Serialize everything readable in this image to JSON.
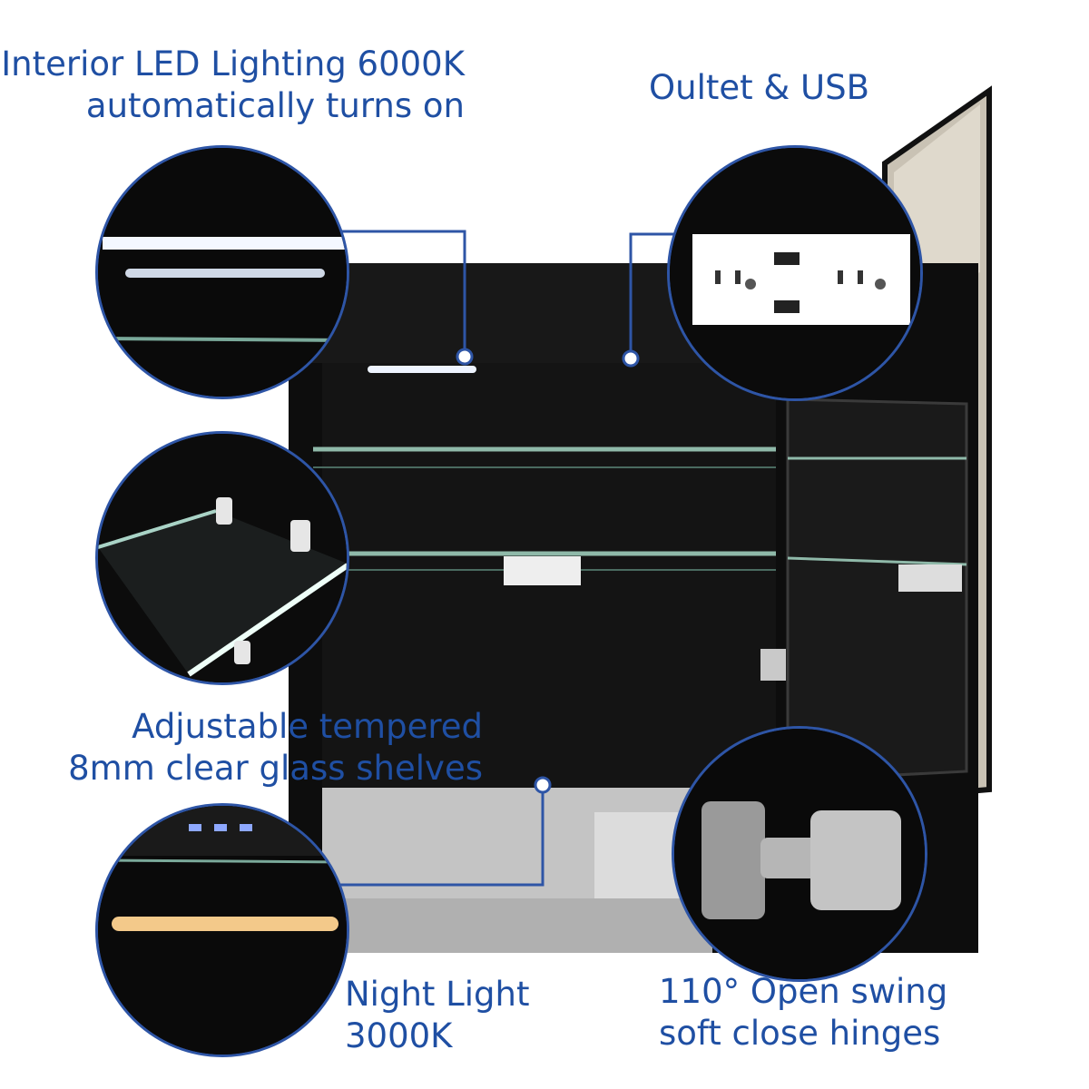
{
  "callouts": {
    "interior_led": {
      "line1": "Interior LED Lighting 6000K",
      "line2": "automatically turns on"
    },
    "outlet": {
      "line1": "Oultet & USB"
    },
    "shelves": {
      "line1": "Adjustable tempered",
      "line2": "8mm clear glass shelves"
    },
    "night_light": {
      "line1": "Night Light",
      "line2": "3000K"
    },
    "hinges": {
      "line1": "110° Open swing",
      "line2": "soft close hinges"
    }
  },
  "colors": {
    "label_blue": "#1f4fa3",
    "circle_border": "#2e55a6",
    "cabinet": "#0d0d0d"
  },
  "icons": {
    "led_bar": "led-strip-icon",
    "outlet": "outlet-usb-icon",
    "shelf_clip": "shelf-clip-icon",
    "hinge": "hinge-icon"
  }
}
